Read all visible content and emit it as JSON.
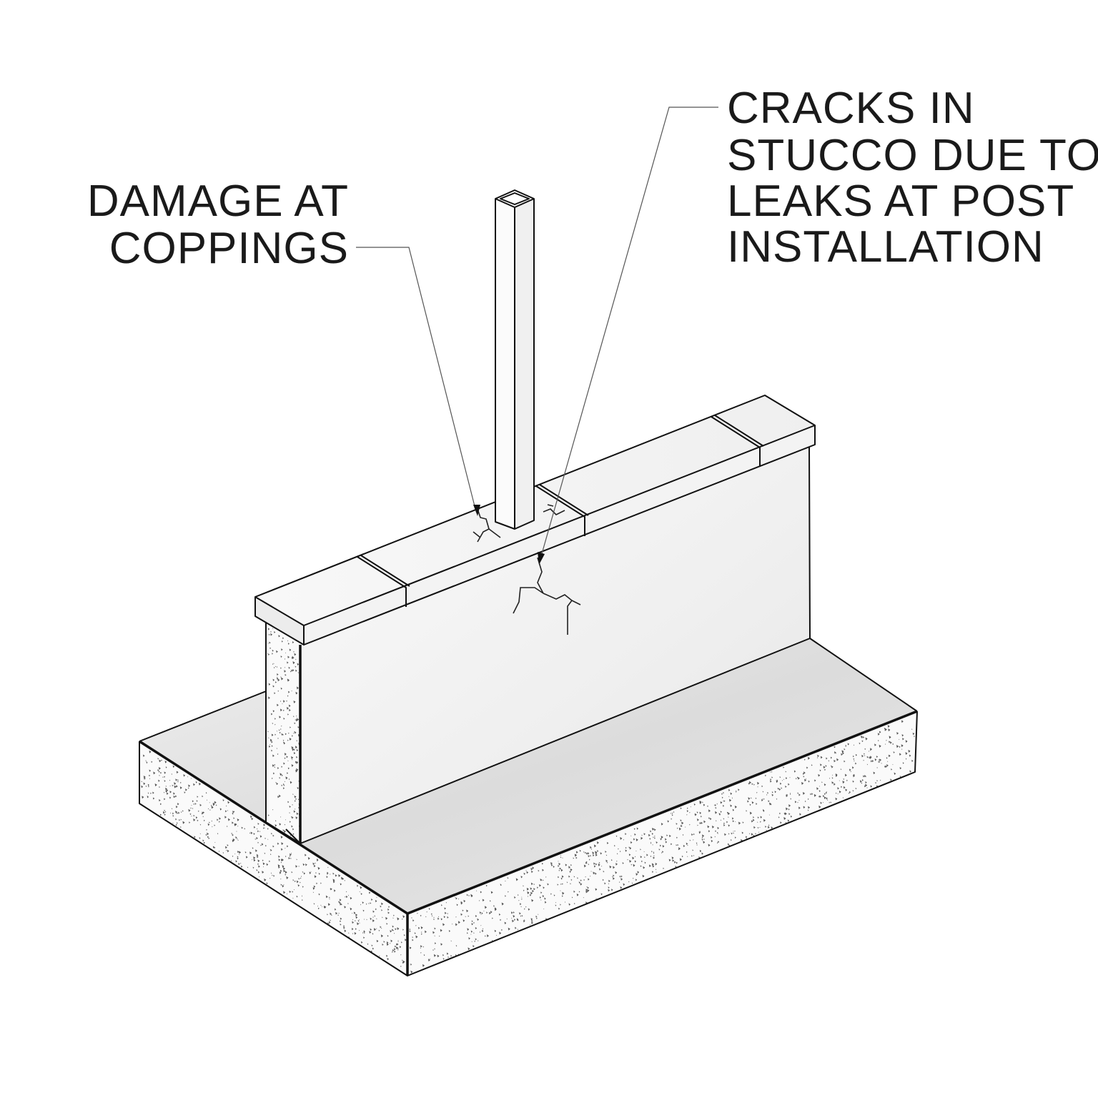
{
  "callouts": {
    "damage": {
      "lines": [
        "DAMAGE AT",
        "COPPINGS"
      ]
    },
    "cracks": {
      "lines": [
        "CRACKS IN",
        "STUCCO DUE TO",
        "LEAKS AT POST",
        "INSTALLATION"
      ]
    }
  },
  "colors": {
    "line": "#111111",
    "wall_face": "#f2f2f2",
    "slab_top": "#e2e2e2",
    "concrete": "#fafafa",
    "coping": "#f7f7f7"
  }
}
